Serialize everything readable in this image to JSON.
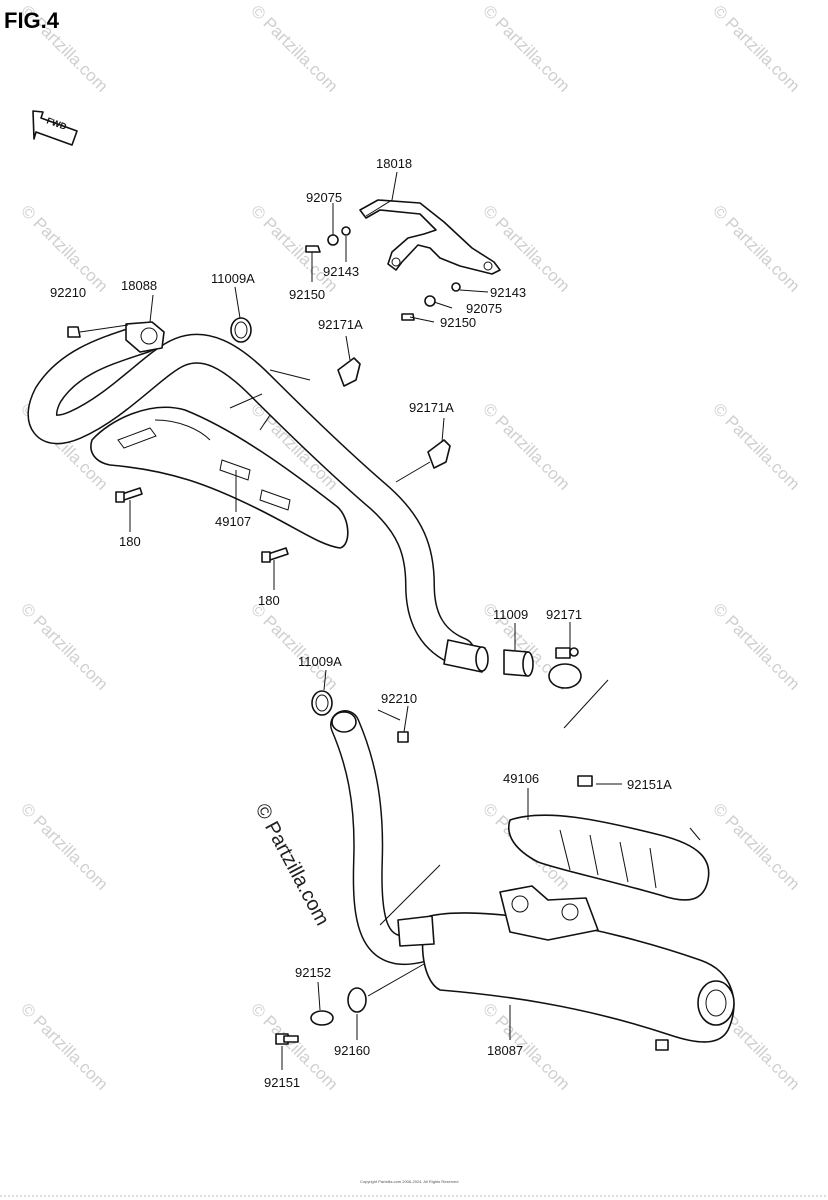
{
  "figure_label": "FIG.4",
  "direction_marker": "FWD",
  "watermark": "© Partzilla.com",
  "footer_copyright": "Copyright Partzilla.com 2006-2024, All Rights Reserved",
  "labels": {
    "p18018": "18018",
    "p92075a": "92075",
    "p92143a": "92143",
    "p92150a": "92150",
    "p92143b": "92143",
    "p92075b": "92075",
    "p92150b": "92150",
    "p92210a": "92210",
    "p18088": "18088",
    "p11009Aa": "11009A",
    "p92171Aa": "92171A",
    "p92171Ab": "92171A",
    "p180a": "180",
    "p49107": "49107",
    "p180b": "180",
    "p11009": "11009",
    "p92171": "92171",
    "p11009Ab": "11009A",
    "p92210b": "92210",
    "p49106": "49106",
    "p92151A": "92151A",
    "p92152": "92152",
    "p92160": "92160",
    "p18087": "18087",
    "p92151": "92151"
  }
}
